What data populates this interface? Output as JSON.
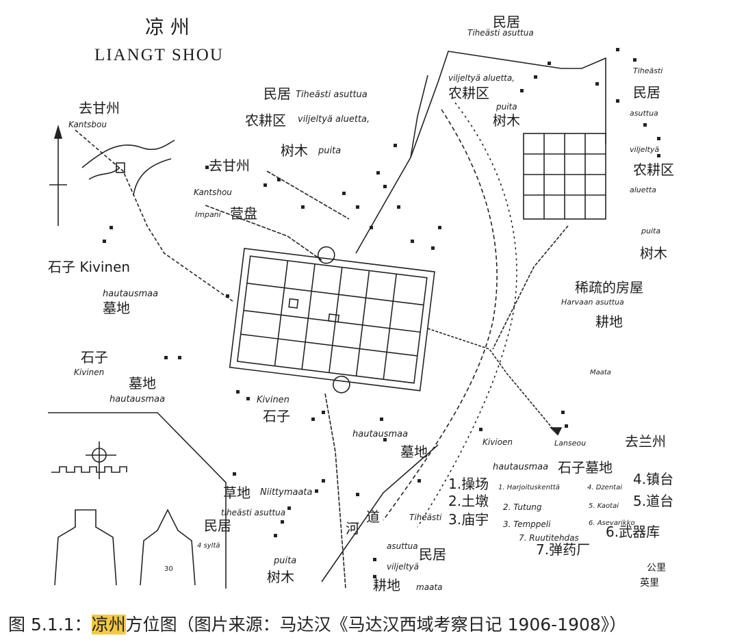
{
  "map": {
    "title_zh": "凉 州",
    "title_en": "LIANGT SHOU",
    "labels": [
      "民居",
      "Tiheästi asuttua",
      "民居",
      "Tiheästi asuttua",
      "农耕区",
      "viljeltyä aluetta,",
      "树木",
      "puita",
      "去甘州",
      "Kantshou",
      "Impani",
      "营盘",
      "viljeltyä aluetta,",
      "农耕区",
      "puita",
      "树木",
      "Tiheästi",
      "民居",
      "asuttua",
      "viljeltyä",
      "农耕区",
      "aluetta",
      "puita",
      "树木",
      "稀疏的房屋",
      "Harvaan asuttua",
      "耕地",
      "Maata",
      "去甘州",
      "Kantsbou",
      "石子 Kivinen",
      "hautausmaa",
      "墓地",
      "石子",
      "Kivinen",
      "墓地",
      "hautausmaa",
      "Kivinen",
      "石子",
      "hautausmaa",
      "墓地",
      "Kivioen",
      "Lanseou",
      "去兰州",
      "hautausmaa",
      "石子墓地",
      "4.镇台",
      "1.操场",
      "1. Harjoituskenttä",
      "4. Dzentai",
      "2.土墩",
      "2. Tutung",
      "5. Kaotai",
      "5.道台",
      "3.庙宇",
      "3. Temppeli",
      "6. Asevarikko",
      "7. Ruutitehdas",
      "6.武器库",
      "7.弹药厂",
      "民居",
      "公里",
      "英里",
      "草地",
      "Niittymaata",
      "tiheästi asuttua",
      "民居",
      "河",
      "道",
      "Tiheästi",
      "asuttua",
      "viljeltyä",
      "耕地",
      "maata",
      "puita",
      "树木",
      "4 syltä",
      "30"
    ]
  },
  "caption": {
    "prefix": "图 5.1.1：",
    "highlight": "凉州",
    "suffix": "方位图（图片来源：马达汉《马达汉西域考察日记 1906-1908》）",
    "highlight_color": "#f5c842"
  }
}
